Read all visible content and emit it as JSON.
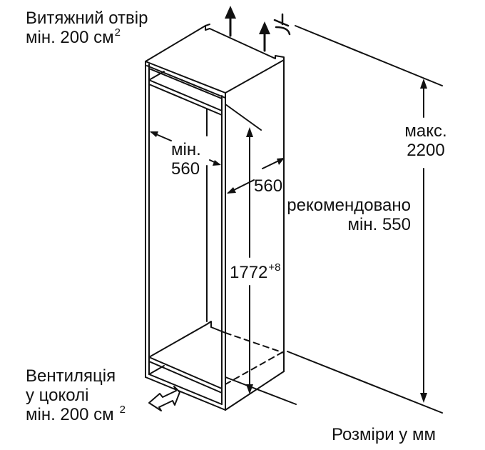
{
  "diagram": {
    "type": "built-in appliance installation niche dimensions",
    "line_color": "#111111",
    "background": "#ffffff"
  },
  "labels": {
    "exhaust": {
      "line1": "Витяжний отвір",
      "line2": "мін. 200 см",
      "sup": "2"
    },
    "inner_width": {
      "line1": "мін.",
      "line2": "560"
    },
    "depth": {
      "line1": "560",
      "line2": "рекомендовано",
      "line3": "мін. 550"
    },
    "niche_height": {
      "value": "1772",
      "tolerance": "+8"
    },
    "max_height": {
      "line1": "макс.",
      "line2": "2200"
    },
    "plinth_vent": {
      "line1": "Вентиляція",
      "line2": "у цоколі",
      "line3": "мін. 200 см",
      "sup": "2"
    },
    "units": "Розміри у мм"
  },
  "icons": {
    "airflow_up": "up-arrow-icon",
    "airflow_in": "hollow-arrow-icon",
    "level_symbol": "level-marker-icon"
  }
}
